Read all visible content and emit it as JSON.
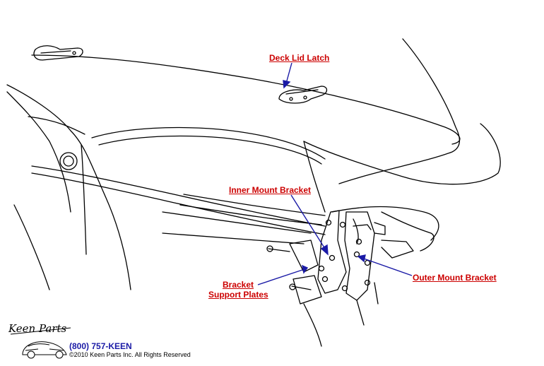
{
  "callouts": {
    "deck_lid_latch": "Deck Lid Latch",
    "inner_mount_bracket": "Inner Mount Bracket",
    "outer_mount_bracket": "Outer Mount Bracket",
    "bracket_line1": "Bracket",
    "bracket_line2": "Support Plates"
  },
  "footer": {
    "logo_text": "Keen Parts",
    "phone": "(800) 757-KEEN",
    "copyright": "©2010 Keen Parts Inc. All Rights Reserved"
  },
  "colors": {
    "label": "#cc0000",
    "arrow": "#1a1aa6",
    "line": "#000000"
  }
}
